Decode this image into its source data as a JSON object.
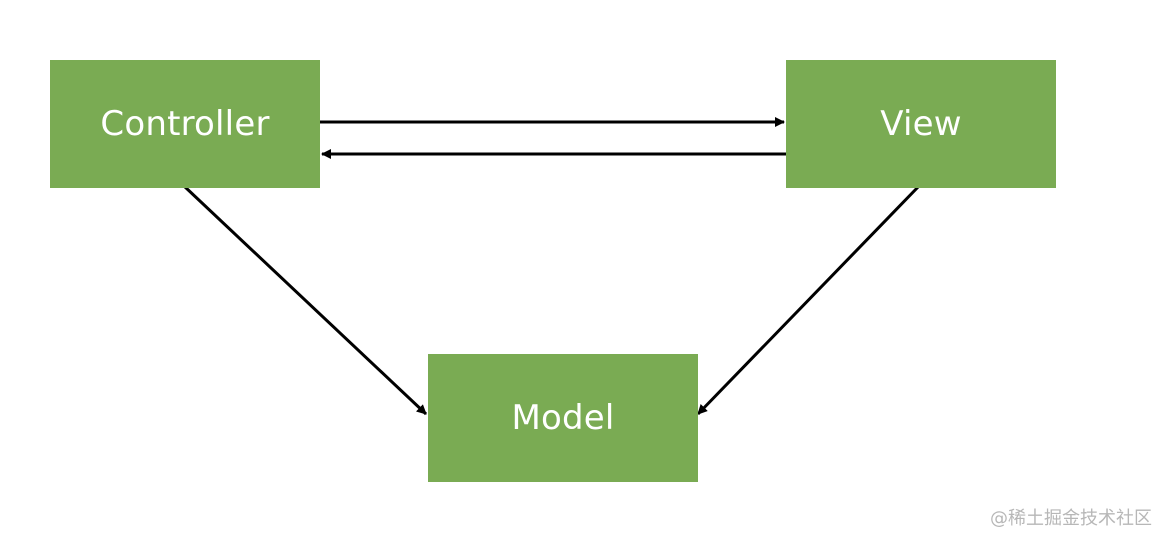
{
  "diagram": {
    "nodes": {
      "controller": {
        "label": "Controller"
      },
      "view": {
        "label": "View"
      },
      "model": {
        "label": "Model"
      }
    },
    "edges": [
      {
        "from": "controller",
        "to": "view"
      },
      {
        "from": "view",
        "to": "controller"
      },
      {
        "from": "controller",
        "to": "model"
      },
      {
        "from": "view",
        "to": "model"
      }
    ],
    "colors": {
      "node_fill": "#7aab53",
      "node_text": "#ffffff",
      "arrow": "#000000"
    }
  },
  "watermark": "@稀土掘金技术社区"
}
